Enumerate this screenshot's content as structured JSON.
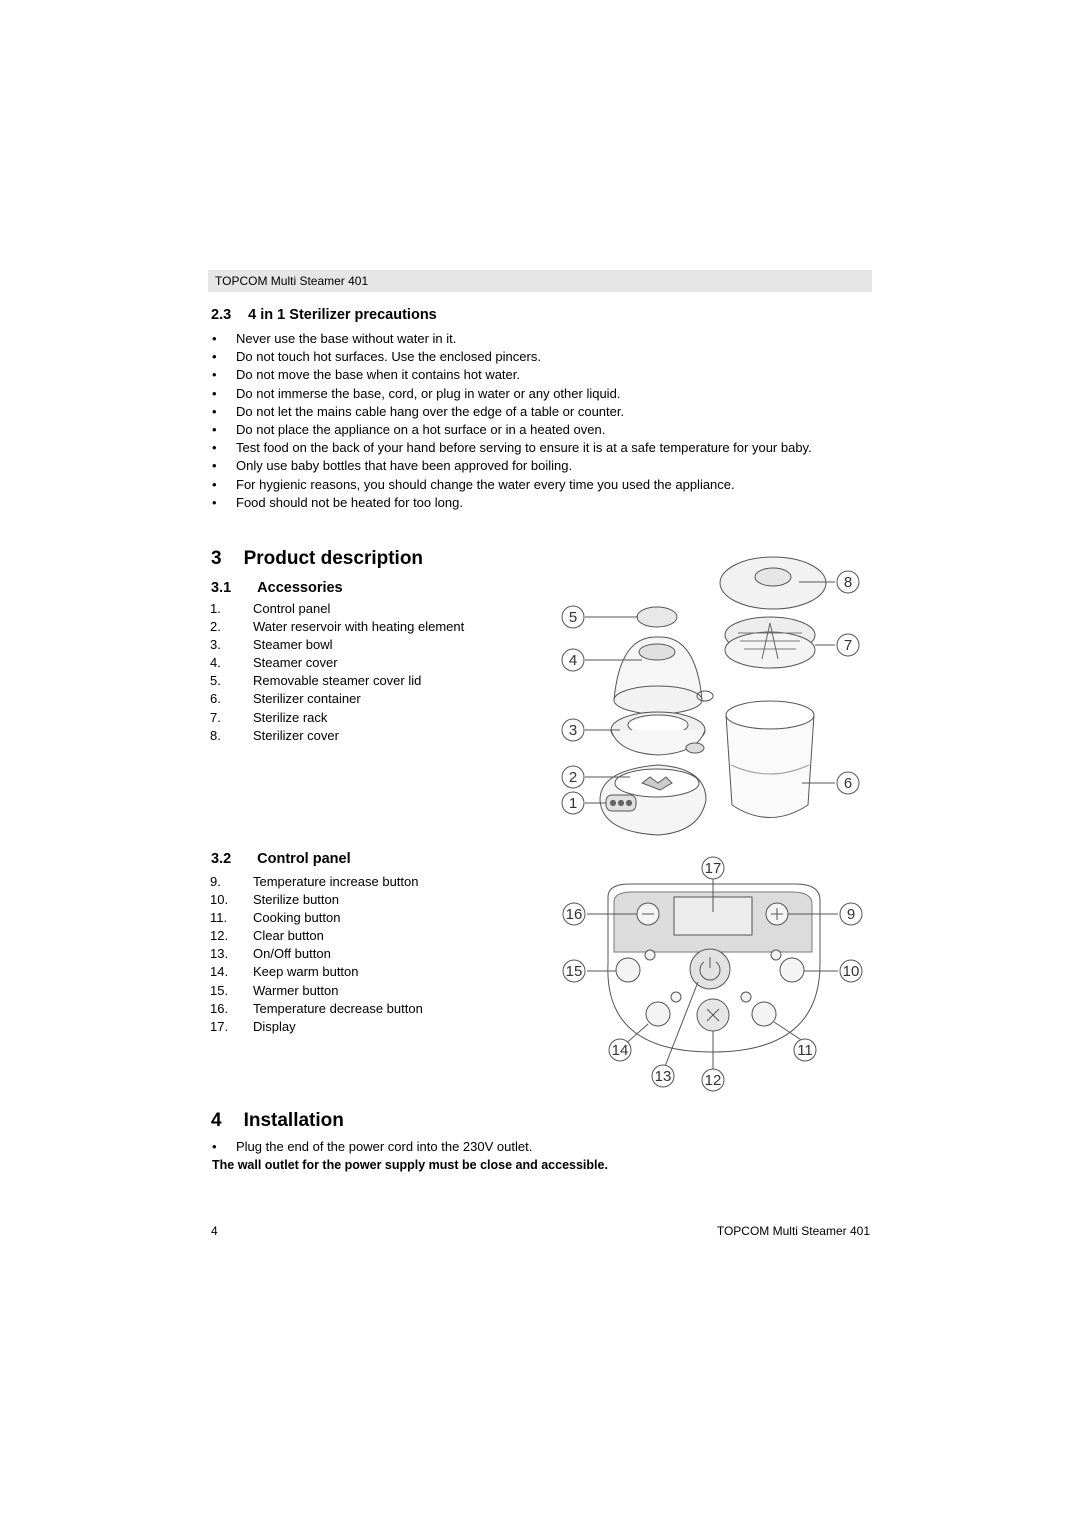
{
  "header": {
    "title": "TOPCOM Multi Steamer 401"
  },
  "section_2_3": {
    "number": "2.3",
    "title": "4 in 1 Sterilizer precautions",
    "bullets": [
      "Never use the base without water in it.",
      "Do not touch hot surfaces. Use the enclosed pincers.",
      "Do not move the base when it contains hot water.",
      "Do not immerse the base, cord, or plug in water or any other liquid.",
      "Do not let the mains cable hang over the edge of a table or counter.",
      "Do not place the appliance on a hot surface or in a heated oven.",
      "Test food on the back of your hand before serving to ensure it is at a safe temperature for your baby.",
      "Only use baby bottles that have been approved for boiling.",
      "For hygienic reasons, you should change the water every time you used the appliance.",
      "Food should not be heated for too long."
    ]
  },
  "section_3": {
    "number": "3",
    "title": "Product description",
    "accessories": {
      "number": "3.1",
      "title": "Accessories",
      "items": [
        {
          "n": "1.",
          "label": "Control panel"
        },
        {
          "n": "2.",
          "label": "Water reservoir with heating element"
        },
        {
          "n": "3.",
          "label": "Steamer bowl"
        },
        {
          "n": "4.",
          "label": "Steamer cover"
        },
        {
          "n": "5.",
          "label": "Removable steamer cover lid"
        },
        {
          "n": "6.",
          "label": "Sterilizer container"
        },
        {
          "n": "7.",
          "label": "Sterilize rack"
        },
        {
          "n": "8.",
          "label": "Sterilizer cover"
        }
      ]
    },
    "control_panel": {
      "number": "3.2",
      "title": "Control panel",
      "items": [
        {
          "n": "9.",
          "label": "Temperature increase button"
        },
        {
          "n": "10.",
          "label": "Sterilize button"
        },
        {
          "n": "11.",
          "label": "Cooking button"
        },
        {
          "n": "12.",
          "label": "Clear button"
        },
        {
          "n": "13.",
          "label": "On/Off button"
        },
        {
          "n": "14.",
          "label": "Keep warm button"
        },
        {
          "n": "15.",
          "label": "Warmer button"
        },
        {
          "n": "16.",
          "label": "Temperature decrease button"
        },
        {
          "n": "17.",
          "label": "Display"
        }
      ]
    }
  },
  "diagram_callouts": {
    "exploded": [
      "1",
      "2",
      "3",
      "4",
      "5",
      "6",
      "7",
      "8"
    ],
    "panel": [
      "9",
      "10",
      "11",
      "12",
      "13",
      "14",
      "15",
      "16",
      "17"
    ]
  },
  "section_4": {
    "number": "4",
    "title": "Installation",
    "bullets": [
      "Plug the end of the power cord into the 230V outlet."
    ],
    "note": "The wall outlet for the power supply must be close and accessible."
  },
  "footer": {
    "page_number": "4",
    "title": "TOPCOM Multi Steamer 401"
  }
}
